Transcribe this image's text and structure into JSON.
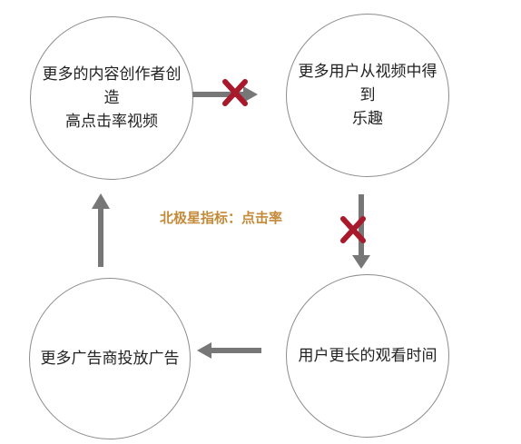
{
  "nodes": [
    {
      "id": "creators",
      "label": "更多的内容创作者创造\n高点击率视频"
    },
    {
      "id": "users",
      "label": "更多用户从视频中得到\n乐趣"
    },
    {
      "id": "watch",
      "label": "用户更长的观看时间"
    },
    {
      "id": "ads",
      "label": "更多广告商投放广告"
    }
  ],
  "north_star": "北极星指标：点击率",
  "colors": {
    "arrow": "#777777",
    "cross": "#a8192b",
    "highlight_text": "#c48a3a",
    "node_border": "#8c8c8c"
  }
}
